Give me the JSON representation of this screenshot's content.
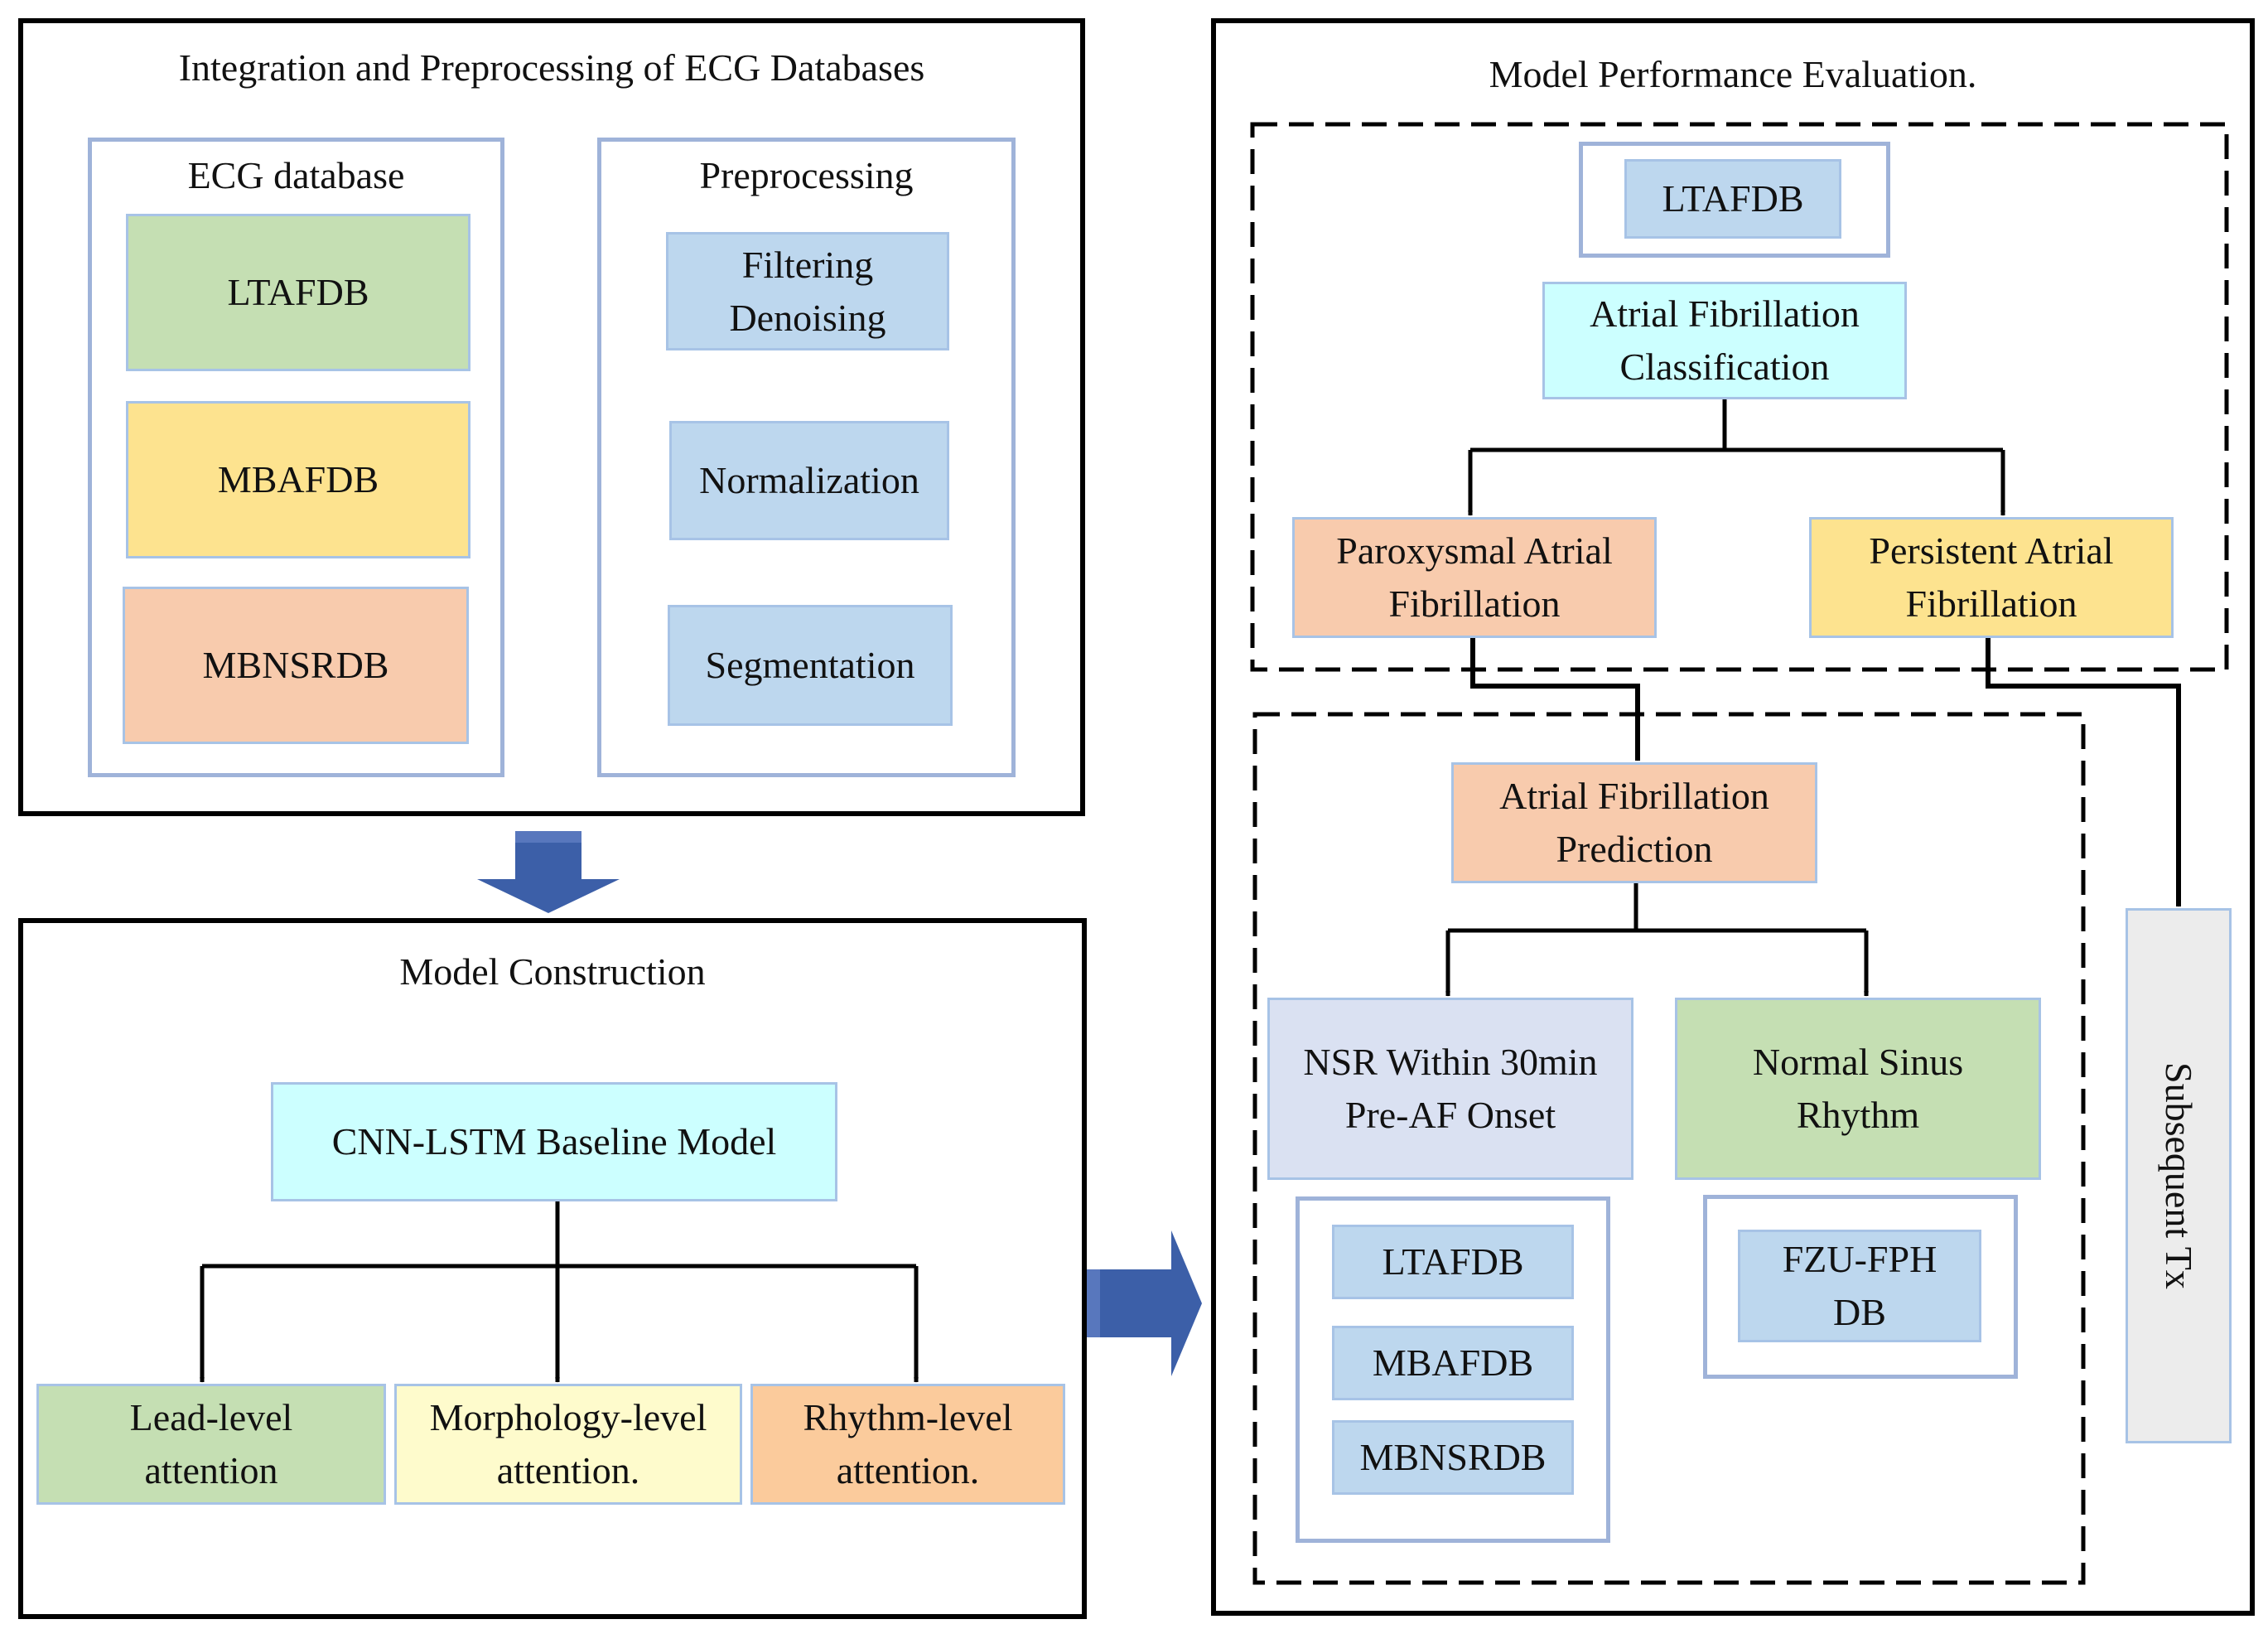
{
  "integration": {
    "title": "Integration and Preprocessing of ECG Databases",
    "ecg_database": {
      "title": "ECG database",
      "items": [
        "LTAFDB",
        "MBAFDB",
        "MBNSRDB"
      ]
    },
    "preprocessing": {
      "title": "Preprocessing",
      "steps": [
        "Filtering\nDenoising",
        "Normalization",
        "Segmentation"
      ]
    }
  },
  "construction": {
    "title": "Model Construction",
    "baseline": "CNN-LSTM Baseline Model",
    "attentions": [
      "Lead-level\nattention",
      "Morphology-level\nattention.",
      "Rhythm-level\nattention."
    ]
  },
  "evaluation": {
    "title": "Model Performance Evaluation.",
    "classification": {
      "database": "LTAFDB",
      "task": "Atrial Fibrillation\nClassification",
      "paroxysmal": "Paroxysmal Atrial\nFibrillation",
      "persistent": "Persistent Atrial\nFibrillation"
    },
    "prediction": {
      "task": "Atrial Fibrillation\nPrediction",
      "nsr_pre_af": "NSR Within 30min\nPre-AF Onset",
      "normal_sinus": "Normal Sinus\nRhythm",
      "nsr_databases": [
        "LTAFDB",
        "MBAFDB",
        "MBNSRDB"
      ],
      "normal_database": "FZU-FPH\nDB"
    },
    "subsequent": "Subsequent Tx"
  },
  "colors": {
    "panel_border": "#000000",
    "inner_border": "#9fb3d9",
    "flow_arrow": "#3c5fa8"
  }
}
